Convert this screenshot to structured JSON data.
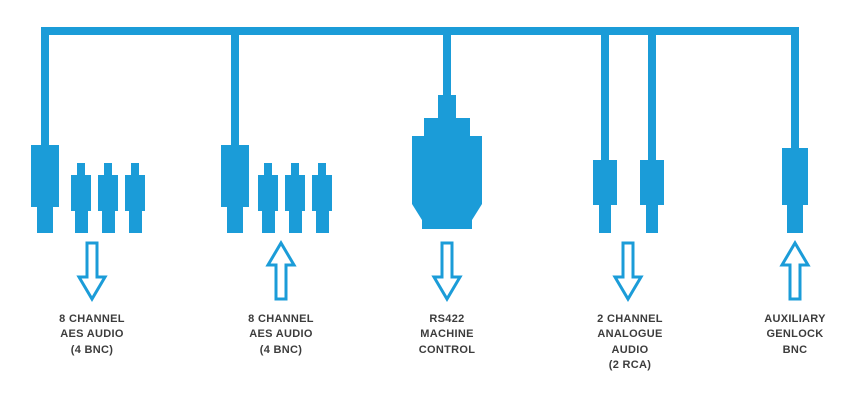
{
  "diagram": {
    "accent_color": "#1b9cd8",
    "label_color": "#3c3c3c",
    "groups": [
      {
        "name": "aes-audio-4bnc-left",
        "arrow": "down",
        "label": "8 CHANNEL\nAES AUDIO\n(4 BNC)"
      },
      {
        "name": "aes-audio-4bnc-right",
        "arrow": "up",
        "label": "8 CHANNEL\nAES AUDIO\n(4 BNC)"
      },
      {
        "name": "rs422-machine-control",
        "arrow": "down",
        "label": "RS422\nMACHINE\nCONTROL"
      },
      {
        "name": "analogue-audio-2rca",
        "arrow": "down",
        "label": "2 CHANNEL\nANALOGUE\nAUDIO\n(2 RCA)"
      },
      {
        "name": "auxiliary-genlock-bnc",
        "arrow": "up",
        "label": "AUXILIARY\nGENLOCK\nBNC"
      }
    ]
  }
}
